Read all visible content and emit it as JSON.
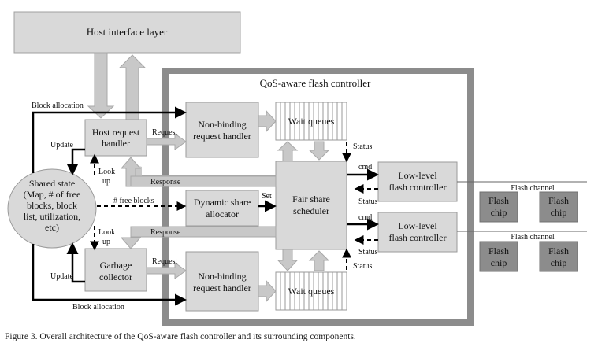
{
  "blocks": {
    "host_interface": "Host interface layer",
    "controller_title": "QoS-aware flash controller",
    "host_request_handler": [
      "Host request",
      "handler"
    ],
    "garbage_collector": [
      "Garbage",
      "collector"
    ],
    "nonbinding_top": [
      "Non-binding",
      "request handler"
    ],
    "nonbinding_bottom": [
      "Non-binding",
      "request handler"
    ],
    "dynamic_share": [
      "Dynamic share",
      "allocator"
    ],
    "fair_share": [
      "Fair share",
      "scheduler"
    ],
    "wait_queues_top": "Wait queues",
    "wait_queues_bottom": "Wait queues",
    "llfc_top": [
      "Low-level",
      "flash controller"
    ],
    "llfc_bottom": [
      "Low-level",
      "flash controller"
    ],
    "shared_state": [
      "Shared state",
      "(Map, # of free",
      "blocks, block",
      "list, utilization,",
      "etc)"
    ],
    "flash_chip_lines": [
      "Flash",
      "chip"
    ],
    "flash_channel": "Flash channel"
  },
  "labels": {
    "block_allocation": "Block allocation",
    "update": "Update",
    "request": "Request",
    "response": "Response",
    "look_up": [
      "Look",
      "up"
    ],
    "free_blocks": "# free blocks",
    "set": "Set",
    "status": "Status",
    "cmd": "cmd"
  },
  "caption": "Figure 3. Overall architecture of the QoS-aware flash controller and its surrounding components.",
  "colors": {
    "block_fill": "#d9d9d9",
    "block_stroke": "#9a9a9a",
    "container_stroke": "#8c8c8c",
    "flash_chip_fill": "#8c8c8c",
    "arrow_fill": "#c8c8c8"
  }
}
